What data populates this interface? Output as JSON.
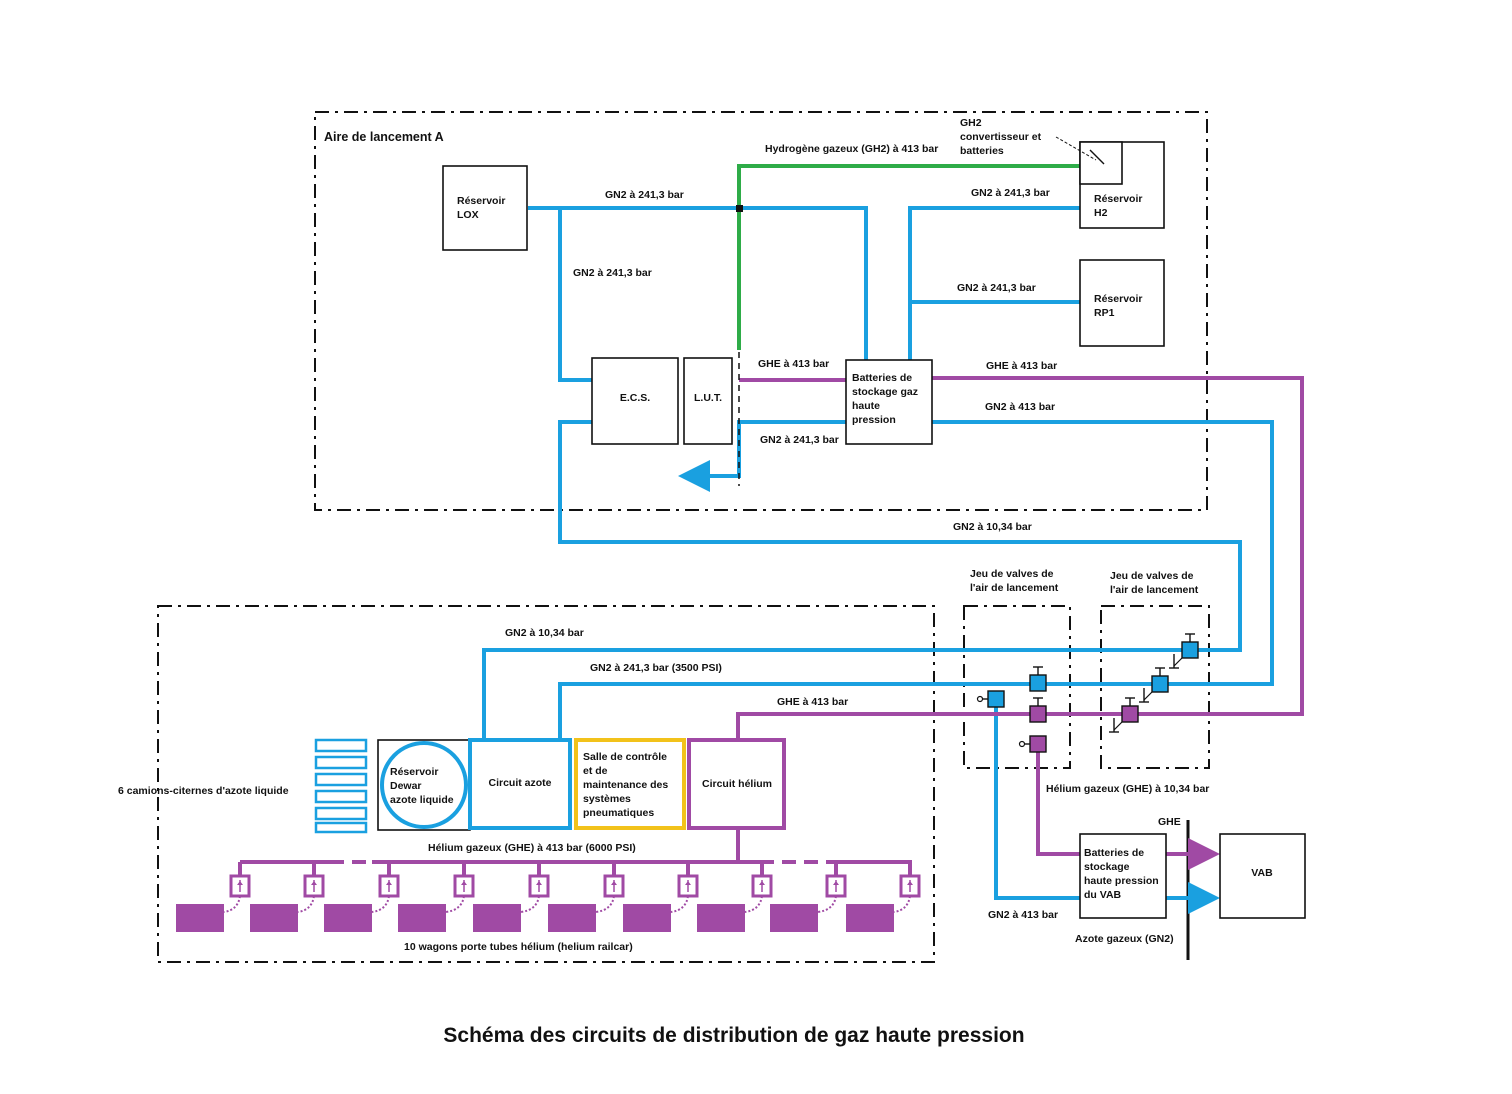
{
  "title": "Schéma des circuits de distribution de gaz haute pression",
  "colors": {
    "gn2": "#1aa0e0",
    "ghe": "#a04aa4",
    "gh2": "#2eac48",
    "control_room": "#f2c21a"
  },
  "areas": {
    "launch_pad": "Aire de lancement A"
  },
  "components": {
    "lox": [
      "Réservoir",
      "LOX"
    ],
    "h2": [
      "Réservoir",
      "H2"
    ],
    "rp1": [
      "Réservoir",
      "RP1"
    ],
    "gh2_converter": [
      "GH2",
      "convertisseur et",
      "batteries"
    ],
    "ecs": "E.C.S.",
    "lut": "L.U.T.",
    "storage": [
      "Batteries de",
      "stockage gaz",
      "haute",
      "pression"
    ],
    "valves_1": [
      "Jeu de valves de",
      "l'air de lancement"
    ],
    "valves_2": [
      "Jeu de valves de",
      "l'air de lancement"
    ],
    "tank_trucks": "6 camions-citernes d'azote liquide",
    "dewar": [
      "Réservoir",
      "Dewar",
      "azote liquide"
    ],
    "nitrogen_circuit": "Circuit azote",
    "control_room": [
      "Salle de contrôle",
      "et de",
      "maintenance des",
      "systèmes",
      "pneumatiques"
    ],
    "helium_circuit": "Circuit hélium",
    "railcars": "10 wagons porte tubes hélium (helium railcar)",
    "vab_storage": [
      "Batteries de",
      "stockage",
      "haute pression",
      "du VAB"
    ],
    "vab": "VAB"
  },
  "line_labels": {
    "gh2_413": "Hydrogène gazeux (GH2) à 413 bar",
    "gn2_lox": "GN2 à 241,3 bar",
    "gn2_lox_down": "GN2 à 241,3 bar",
    "gn2_h2": "GN2 à 241,3 bar",
    "gn2_rp1": "GN2 à 241,3 bar",
    "ghe_lut": "GHE à 413 bar",
    "gn2_lut": "GN2 à 241,3 bar",
    "ghe_right": "GHE à 413 bar",
    "gn2_right": "GN2 à 413 bar",
    "gn2_1034_top": "GN2 à 10,34 bar",
    "gn2_1034_bottom": "GN2 à 10,34 bar",
    "gn2_3500": "GN2 à 241,3 bar (3500 PSI)",
    "ghe_413_bottom": "GHE à 413 bar",
    "ghe_1034": "Hélium gazeux (GHE) à 10,34 bar",
    "ghe_6000": "Hélium gazeux (GHE) à 413 bar (6000 PSI)",
    "ghe_vab": "GHE",
    "gn2_vab": "GN2 à 413 bar",
    "azote_vab": "Azote gazeux (GN2)"
  }
}
